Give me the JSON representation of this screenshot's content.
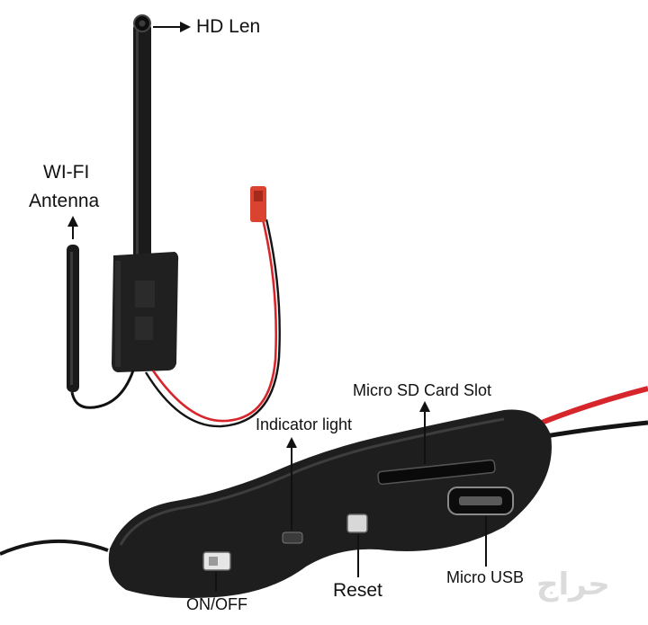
{
  "labels": {
    "hd_len": "HD Len",
    "wifi_antenna_line1": "WI-FI",
    "wifi_antenna_line2": "Antenna",
    "micro_sd_card_slot": "Micro SD Card Slot",
    "indicator_light": "Indicator light",
    "micro_usb": "Micro USB",
    "reset": "Reset",
    "on_off": "ON/OFF"
  },
  "watermark": "حراج",
  "colors": {
    "board": "#1c1c1c",
    "wire_red": "#d7262b",
    "wire_black": "#141414",
    "connector": "#d9432f",
    "label_text": "#111111"
  }
}
